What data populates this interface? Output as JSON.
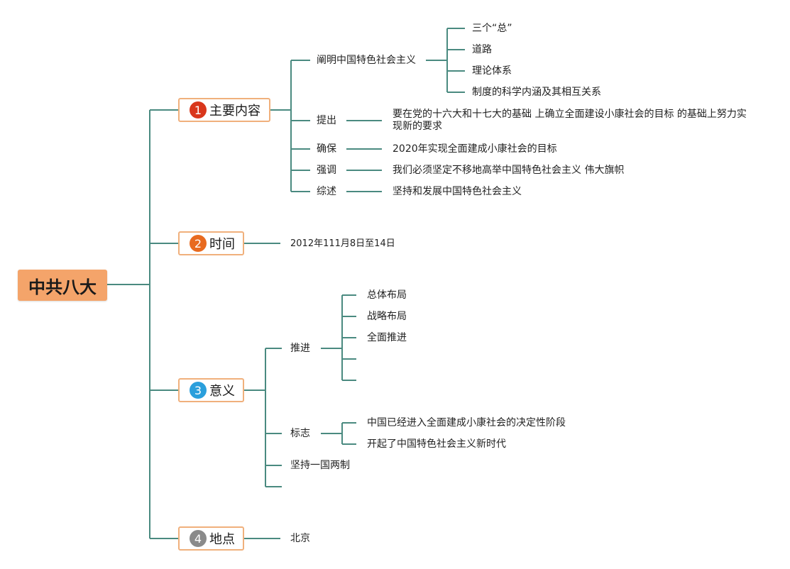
{
  "root": {
    "label": "中共八大"
  },
  "colors": {
    "line": "#4a8a80",
    "branch_border": "#f0b07c",
    "root_fill": "#f4a46a",
    "num1": "#d9371c",
    "num2": "#e86a1f",
    "num3": "#2a9fdc",
    "num4": "#8a8a8a"
  },
  "branches": [
    {
      "num": "1",
      "label": "主要内容",
      "children": [
        {
          "label": "阐明中国特色社会主义",
          "children": [
            "三个“总”",
            "道路",
            "理论体系",
            "制度的科学内涵及其相互关系"
          ]
        },
        {
          "label": "提出",
          "children": [
            "要在党的十六大和十七大的基础 上确立全面建设小康社会的目标 的基础上努力实现新的要求"
          ]
        },
        {
          "label": "确保",
          "children": [
            "2020年实现全面建成小康社会的目标"
          ]
        },
        {
          "label": "强调",
          "children": [
            "我们必须坚定不移地高举中国特色社会主义 伟大旗帜"
          ]
        },
        {
          "label": "综述",
          "children": [
            "坚持和发展中国特色社会主义"
          ]
        }
      ]
    },
    {
      "num": "2",
      "label": "时间",
      "children": [
        {
          "label": "2012年111月8日至14日"
        }
      ]
    },
    {
      "num": "3",
      "label": "意义",
      "children": [
        {
          "label": "推进",
          "children": [
            "总体布局",
            "战略布局",
            "全面推进",
            "",
            ""
          ]
        },
        {
          "label": "标志",
          "children": [
            "中国已经进入全面建成小康社会的决定性阶段",
            "开起了中国特色社会主义新时代"
          ]
        },
        {
          "label": "坚持一国两制"
        },
        {
          "label": ""
        }
      ]
    },
    {
      "num": "4",
      "label": "地点",
      "children": [
        {
          "label": "北京"
        }
      ]
    }
  ]
}
